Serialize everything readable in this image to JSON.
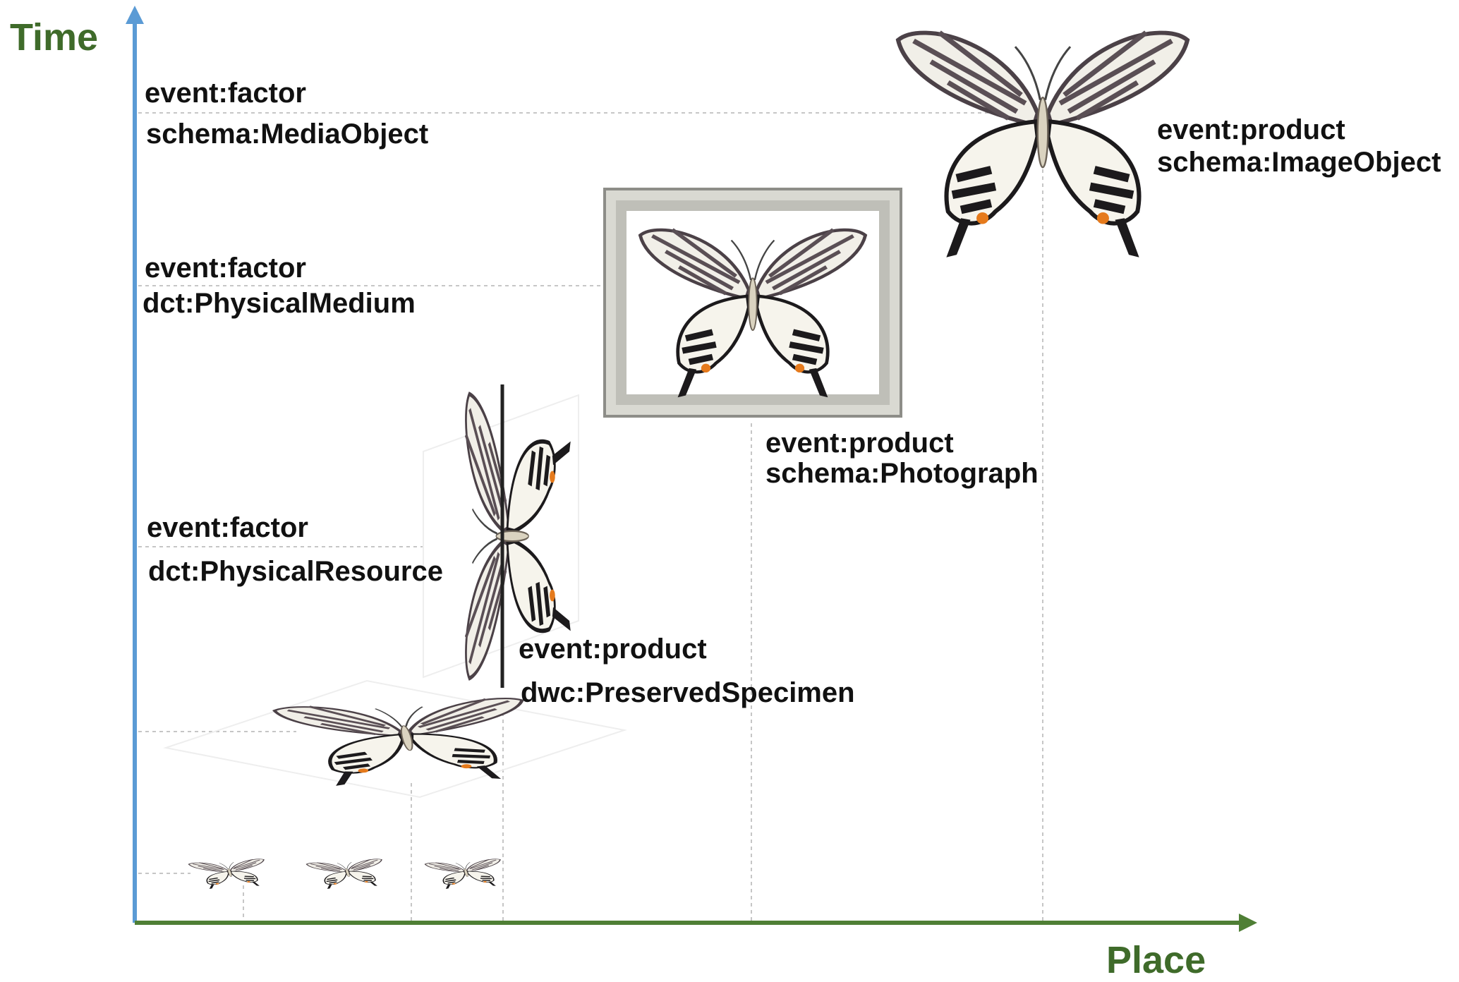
{
  "axes": {
    "y_label": "Time",
    "x_label": "Place",
    "y_color": "#5b9bd5",
    "x_color": "#4f7f35",
    "label_color": "#3f6b2a"
  },
  "levels": [
    {
      "factor": "event:factor",
      "factor_class": "schema:MediaObject",
      "product": "event:product",
      "product_class": "schema:ImageObject"
    },
    {
      "factor": "event:factor",
      "factor_class": "dct:PhysicalMedium",
      "product": "event:product",
      "product_class": "schema:Photograph"
    },
    {
      "factor": "event:factor",
      "factor_class": "dct:PhysicalResource",
      "product": "event:product",
      "product_class": "dwc:PreservedSpecimen"
    }
  ],
  "images": [
    "butterfly-icon-flying-1",
    "butterfly-icon-flying-2",
    "butterfly-icon-flying-3",
    "butterfly-icon-specimen-side",
    "butterfly-icon-pinned-specimen",
    "butterfly-icon-photograph-framed",
    "butterfly-icon-digital-image"
  ]
}
